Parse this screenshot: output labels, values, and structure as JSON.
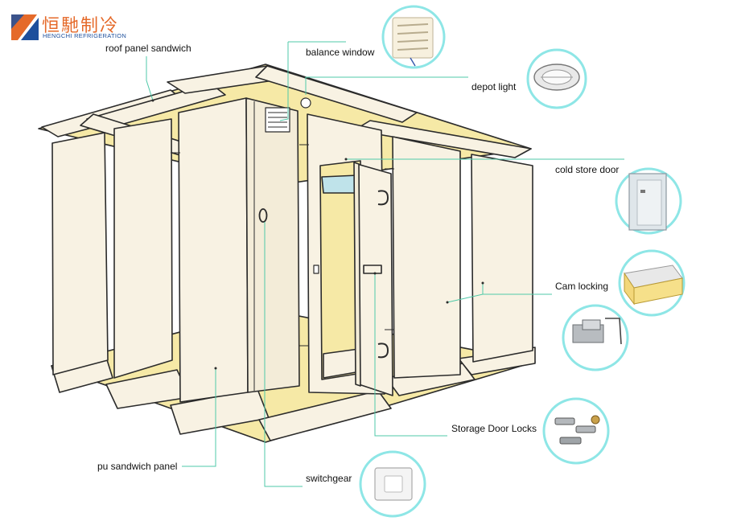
{
  "brand": {
    "name_cn": "恒馳制冷",
    "name_en": "HENGCHI REFRIGERATION",
    "colors": {
      "orange": "#e56a2a",
      "blue": "#1d4f9c"
    }
  },
  "labels": {
    "roof_panel": "roof panel sandwich",
    "balance_window": "balance window",
    "depot_light": "depot light",
    "cold_store_door": "cold store door",
    "cam_locking": "Cam locking",
    "storage_door_locks": "Storage Door Locks",
    "pu_panel": "pu sandwich panel",
    "switchgear": "switchgear"
  },
  "colors": {
    "leader_line": "#4fc9a8",
    "callout_ring": "#8ee6e6",
    "panel": "#f8f2e3",
    "insulation": "#f6e9a6",
    "outline": "#2b2b2b"
  },
  "callouts": [
    {
      "id": "balance-window-photo",
      "icon": "vent-grille-icon"
    },
    {
      "id": "depot-light-photo",
      "icon": "bulkhead-lamp-icon"
    },
    {
      "id": "cold-store-door-photo",
      "icon": "door-icon"
    },
    {
      "id": "cam-locking-photo",
      "icon": "sandwich-panel-sample-icon"
    },
    {
      "id": "cam-lock-hardware-photo",
      "icon": "cam-lock-icon"
    },
    {
      "id": "door-locks-photo",
      "icon": "door-lock-hardware-icon"
    },
    {
      "id": "switchgear-photo",
      "icon": "wall-switch-icon"
    }
  ]
}
